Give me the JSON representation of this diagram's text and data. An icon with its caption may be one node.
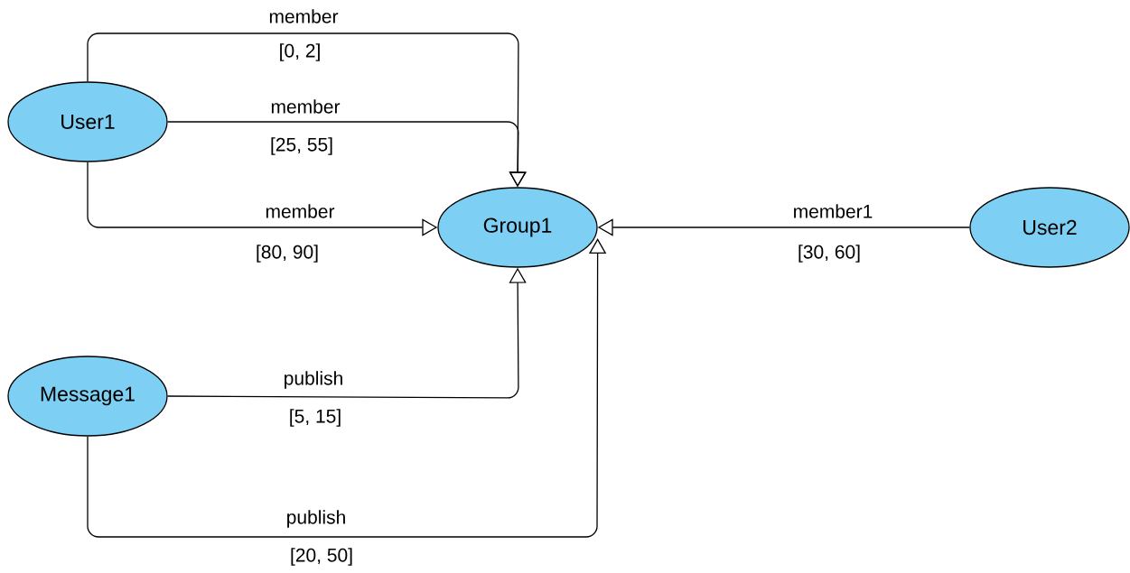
{
  "diagram": {
    "nodes": [
      {
        "text": [
          "User1"
        ]
      },
      {
        "text": [
          "Group1"
        ]
      },
      {
        "text": [
          "User2"
        ]
      },
      {
        "text": [
          "Message1"
        ]
      }
    ],
    "edges": [
      {
        "from": 0,
        "to": 1,
        "arrow": "to",
        "label": "member"
      },
      {
        "from": 0,
        "to": 1,
        "arrow": "to",
        "label": "member"
      },
      {
        "from": 0,
        "to": 1,
        "arrow": "to",
        "label": "member"
      },
      {
        "from": 2,
        "to": 1,
        "arrow": "to",
        "label": "member1"
      },
      {
        "from": 3,
        "to": 1,
        "arrow": "to",
        "label": "publish"
      },
      {
        "from": 3,
        "to": 1,
        "arrow": "to",
        "label": "publish"
      }
    ],
    "labels": [
      "[0, 2]",
      "[25, 55]",
      "[80, 90]",
      "[30, 60]",
      "[5, 15]",
      "[20, 50]"
    ]
  }
}
